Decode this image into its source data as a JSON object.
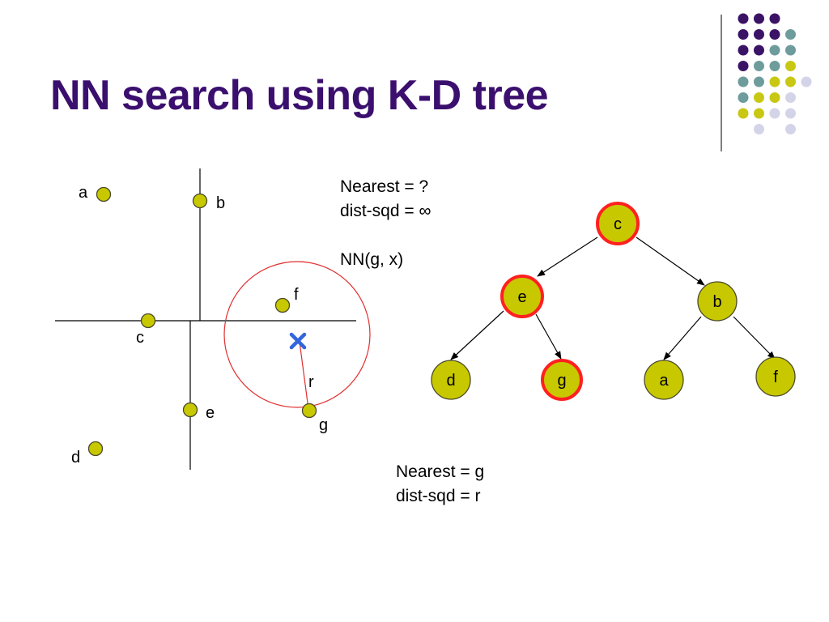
{
  "slide": {
    "title": "NN search using K-D tree"
  },
  "colors": {
    "title": "#3b0f6e",
    "node_fill": "#c8c800",
    "node_stroke": "#4a4a2a",
    "highlight_stroke": "#ff2020",
    "query_marker": "#3366dd",
    "circle": "#e03030",
    "dot_purple": "#3b1366",
    "dot_teal": "#6e9c9c",
    "dot_yellow": "#c8c814",
    "dot_lavender": "#d4d4e8"
  },
  "plot_labels": {
    "a": "a",
    "b": "b",
    "c": "c",
    "d": "d",
    "e": "e",
    "f": "f",
    "g": "g",
    "r": "r"
  },
  "tree_nodes": {
    "c": "c",
    "e": "e",
    "b": "b",
    "d": "d",
    "g": "g",
    "a": "a",
    "f": "f"
  },
  "status_initial": {
    "nearest": "Nearest = ?",
    "dist": "dist-sqd = ∞",
    "call": "NN(g, x)"
  },
  "status_final": {
    "nearest": "Nearest = g",
    "dist": "dist-sqd = r"
  }
}
